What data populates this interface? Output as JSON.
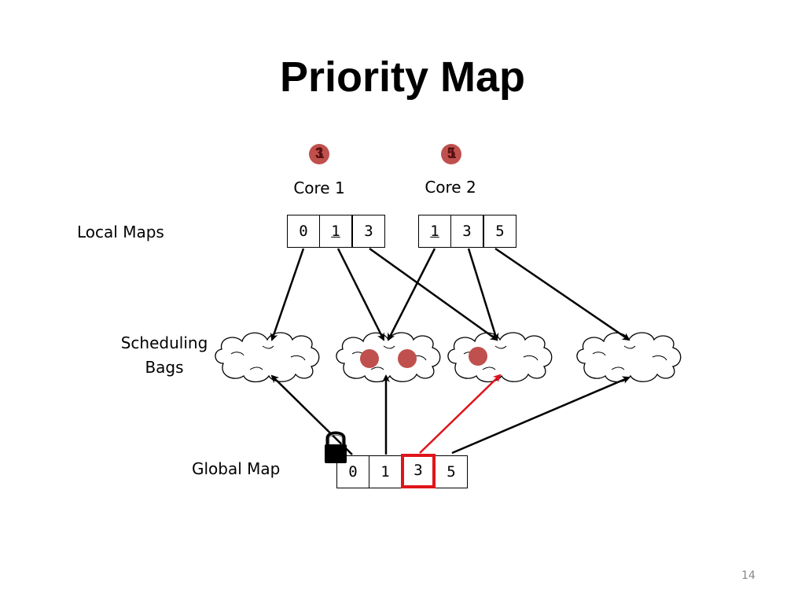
{
  "slide": {
    "title": "Priority Map",
    "page_number": "14"
  },
  "cores": [
    {
      "label": "Core 1",
      "badge_values": [
        "3",
        "1"
      ]
    },
    {
      "label": "Core 2",
      "badge_values": [
        "5",
        "1"
      ]
    }
  ],
  "row_labels": {
    "local_maps": "Local Maps",
    "scheduling_bags_line1": "Scheduling",
    "scheduling_bags_line2": "Bags",
    "global_map": "Global Map"
  },
  "local_maps": {
    "core1": [
      {
        "value": "0",
        "underlined": false
      },
      {
        "value": "1",
        "underlined": true
      },
      {
        "value": "3",
        "underlined": false
      }
    ],
    "core2": [
      {
        "value": "1",
        "underlined": true
      },
      {
        "value": "3",
        "underlined": false
      },
      {
        "value": "5",
        "underlined": false
      }
    ]
  },
  "global_map": [
    {
      "value": "0",
      "highlighted": false
    },
    {
      "value": "1",
      "highlighted": false
    },
    {
      "value": "3",
      "highlighted": true
    },
    {
      "value": "5",
      "highlighted": false
    }
  ],
  "scheduling_bags": [
    {
      "priority": "0",
      "items": 0
    },
    {
      "priority": "1",
      "items": 2
    },
    {
      "priority": "3",
      "items": 1
    },
    {
      "priority": "5",
      "items": 0
    }
  ],
  "global_map_lock": {
    "locked_entry": "0"
  },
  "colors": {
    "badge": "#c0504d",
    "bag_item": "#c0504d",
    "highlight": "#e0141b",
    "arrow": "#000000"
  }
}
